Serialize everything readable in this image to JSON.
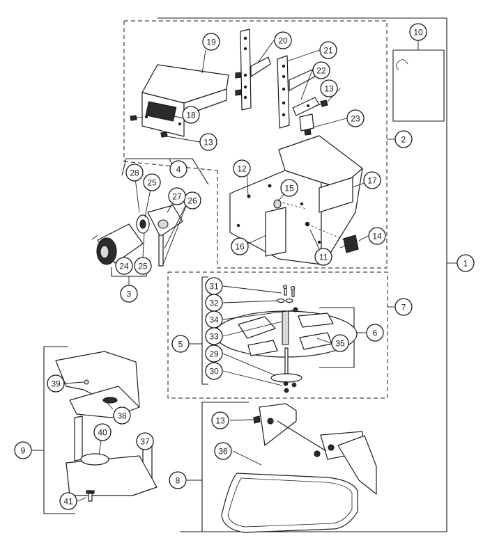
{
  "diagram": {
    "callouts": [
      {
        "id": "c1",
        "label": "1"
      },
      {
        "id": "c2",
        "label": "2"
      },
      {
        "id": "c3",
        "label": "3"
      },
      {
        "id": "c4",
        "label": "4"
      },
      {
        "id": "c5",
        "label": "5"
      },
      {
        "id": "c6",
        "label": "6"
      },
      {
        "id": "c7",
        "label": "7"
      },
      {
        "id": "c8",
        "label": "8"
      },
      {
        "id": "c9",
        "label": "9"
      },
      {
        "id": "c10",
        "label": "10"
      },
      {
        "id": "c11",
        "label": "11"
      },
      {
        "id": "c12",
        "label": "12"
      },
      {
        "id": "c13a",
        "label": "13"
      },
      {
        "id": "c13b",
        "label": "13"
      },
      {
        "id": "c13c",
        "label": "13"
      },
      {
        "id": "c14",
        "label": "14"
      },
      {
        "id": "c15",
        "label": "15"
      },
      {
        "id": "c16",
        "label": "16"
      },
      {
        "id": "c17",
        "label": "17"
      },
      {
        "id": "c18",
        "label": "18"
      },
      {
        "id": "c19",
        "label": "19"
      },
      {
        "id": "c20",
        "label": "20"
      },
      {
        "id": "c21",
        "label": "21"
      },
      {
        "id": "c22",
        "label": "22"
      },
      {
        "id": "c23",
        "label": "23"
      },
      {
        "id": "c24",
        "label": "24"
      },
      {
        "id": "c25a",
        "label": "25"
      },
      {
        "id": "c25b",
        "label": "25"
      },
      {
        "id": "c26",
        "label": "26"
      },
      {
        "id": "c27",
        "label": "27"
      },
      {
        "id": "c28",
        "label": "28"
      },
      {
        "id": "c29",
        "label": "29"
      },
      {
        "id": "c30",
        "label": "30"
      },
      {
        "id": "c31",
        "label": "31"
      },
      {
        "id": "c32",
        "label": "32"
      },
      {
        "id": "c33",
        "label": "33"
      },
      {
        "id": "c34",
        "label": "34"
      },
      {
        "id": "c35",
        "label": "35"
      },
      {
        "id": "c36",
        "label": "36"
      },
      {
        "id": "c37",
        "label": "37"
      },
      {
        "id": "c38",
        "label": "38"
      },
      {
        "id": "c39",
        "label": "39"
      },
      {
        "id": "c40",
        "label": "40"
      },
      {
        "id": "c41",
        "label": "41"
      }
    ]
  }
}
